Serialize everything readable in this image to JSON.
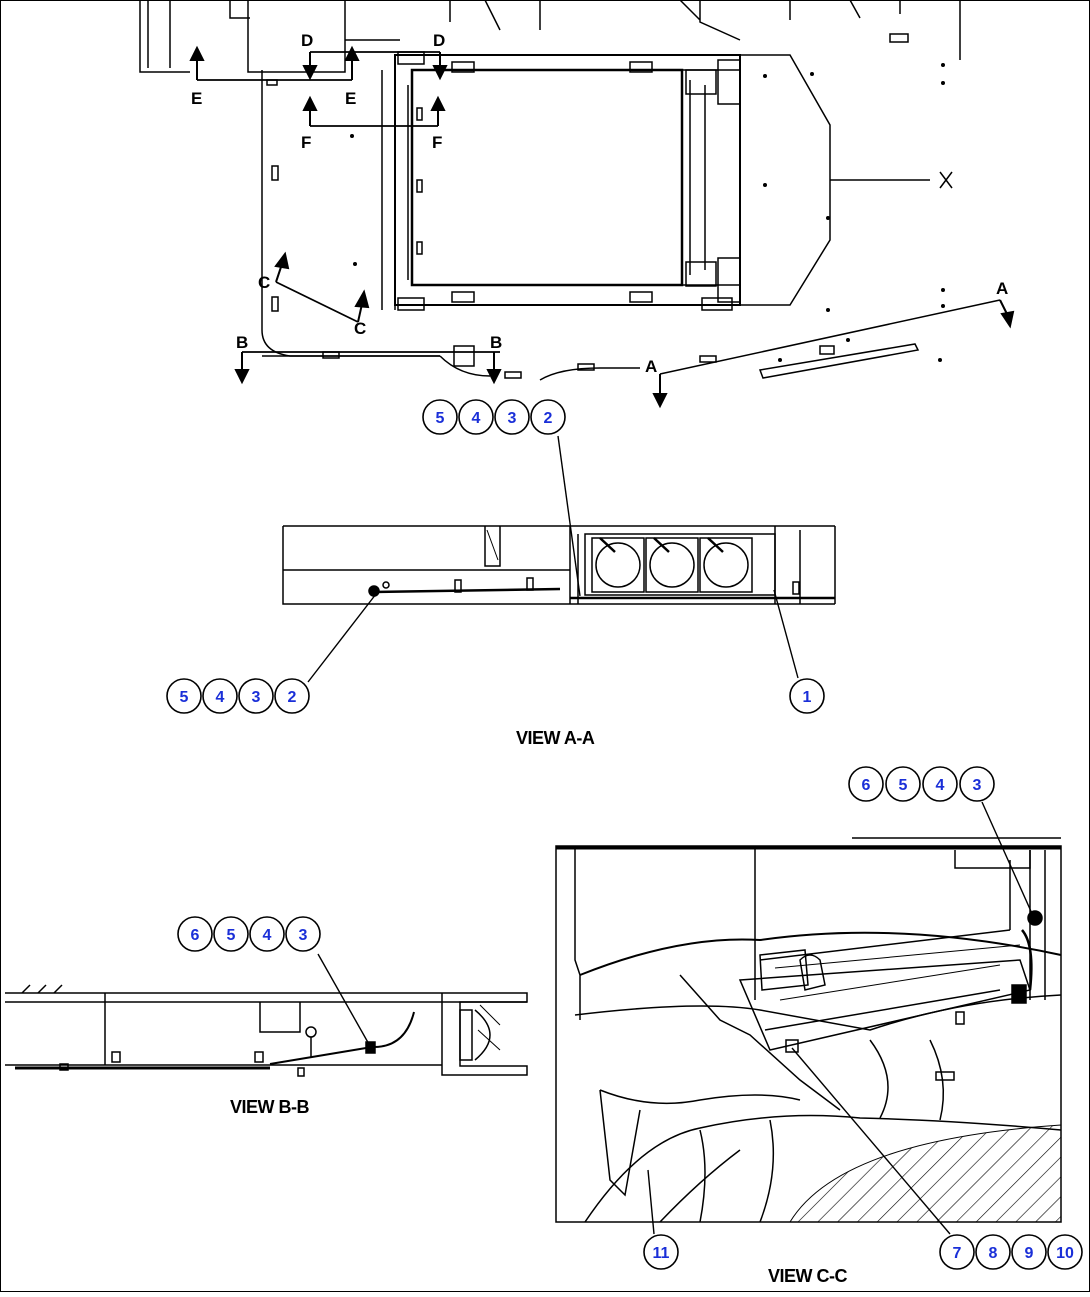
{
  "section_labels": {
    "e_left": "E",
    "e_right": "E",
    "d_left": "D",
    "d_right": "D",
    "f_left": "F",
    "f_right": "F",
    "c_upper": "C",
    "c_lower": "C",
    "b_left": "B",
    "b_right": "B",
    "a_left": "A",
    "a_right": "A"
  },
  "views": {
    "aa": "VIEW A-A",
    "bb": "VIEW B-B",
    "cc": "VIEW C-C"
  },
  "callouts": {
    "aa_top": [
      "5",
      "4",
      "3",
      "2"
    ],
    "aa_left": [
      "5",
      "4",
      "3",
      "2"
    ],
    "aa_right": [
      "1"
    ],
    "bb": [
      "6",
      "5",
      "4",
      "3"
    ],
    "cc_top": [
      "6",
      "5",
      "4",
      "3"
    ],
    "cc_bottom_left": [
      "11"
    ],
    "cc_bottom_right": [
      "7",
      "8",
      "9",
      "10"
    ]
  },
  "colors": {
    "callout_number": "#1a2fd8",
    "line": "#000000"
  }
}
